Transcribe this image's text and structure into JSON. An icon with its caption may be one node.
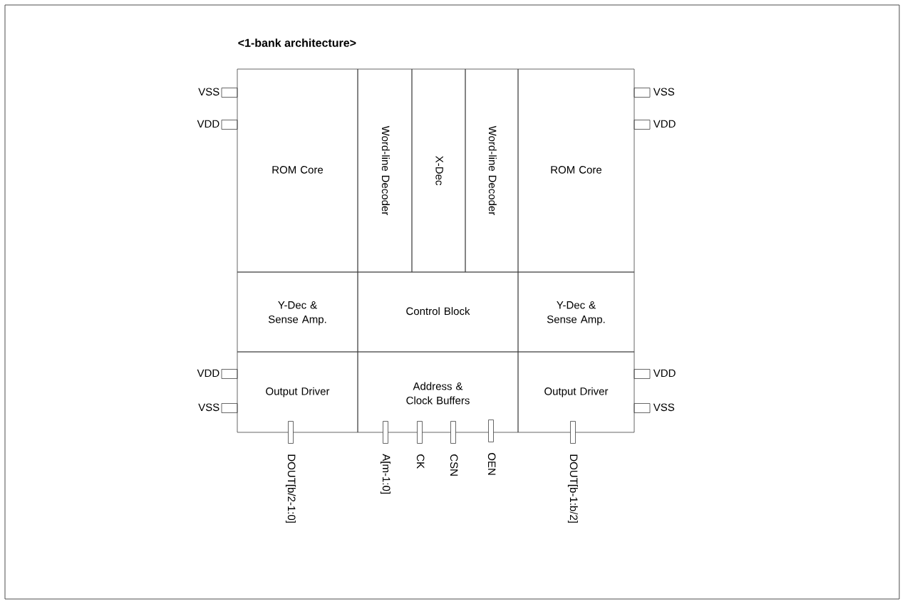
{
  "diagram": {
    "title": "<1-bank architecture>",
    "nodes": [
      {
        "text": [
          "ROM Core"
        ]
      },
      {
        "text": [
          "Word-line Decoder"
        ]
      },
      {
        "text": [
          "X-Dec"
        ]
      },
      {
        "text": [
          "Word-line Decoder"
        ]
      },
      {
        "text": [
          "ROM Core"
        ]
      },
      {
        "text": [
          "Y-Dec & Sense Amp."
        ]
      },
      {
        "text": [
          "Control Block"
        ]
      },
      {
        "text": [
          "Y-Dec & Sense Amp."
        ]
      },
      {
        "text": [
          "Output Driver"
        ]
      },
      {
        "text": [
          "Address & Clock Buffers"
        ]
      },
      {
        "text": [
          "Output Driver"
        ]
      },
      {
        "text": [
          "VSS"
        ]
      },
      {
        "text": [
          "VDD"
        ]
      },
      {
        "text": [
          "VSS"
        ]
      },
      {
        "text": [
          "VDD"
        ]
      },
      {
        "text": [
          "VDD"
        ]
      },
      {
        "text": [
          "VSS"
        ]
      },
      {
        "text": [
          "VDD"
        ]
      },
      {
        "text": [
          "VSS"
        ]
      },
      {
        "text": [
          "DOUT[b/2-1:0]"
        ]
      },
      {
        "text": [
          "A[m-1:0]"
        ]
      },
      {
        "text": [
          "CK"
        ]
      },
      {
        "text": [
          "CSN"
        ]
      },
      {
        "text": [
          "OEN"
        ]
      },
      {
        "text": [
          "DOUT[b-1:b/2]"
        ]
      }
    ],
    "edges": []
  }
}
